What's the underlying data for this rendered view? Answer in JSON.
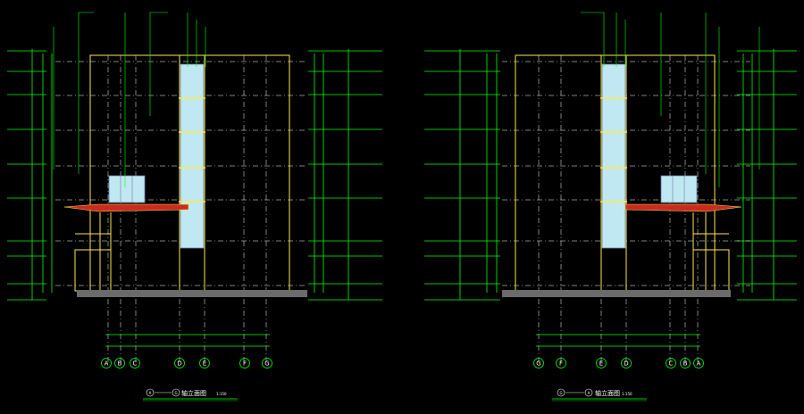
{
  "app": {
    "title": "CAD elevation drawing"
  },
  "colors": {
    "background": "#000000",
    "building": "#ffe94a",
    "dimension": "#00ff00",
    "grid_dashed": "#ffffff",
    "glass": "#bfe8f2",
    "glass_frame": "#6f7fa0",
    "canopy": "#cc2a1f",
    "ground": "#6b6b6b"
  },
  "drawings": [
    {
      "id": "left",
      "axes": [
        "A",
        "B",
        "C",
        "D",
        "E",
        "F",
        "G"
      ],
      "caption_start": "A",
      "caption_end": "G",
      "caption_text": "轴立面图",
      "scale": "1:150"
    },
    {
      "id": "right",
      "axes": [
        "G",
        "F",
        "E",
        "D",
        "C",
        "B",
        "A"
      ],
      "caption_start": "G",
      "caption_end": "A",
      "caption_text": "轴立面图",
      "scale": "1:150"
    }
  ]
}
